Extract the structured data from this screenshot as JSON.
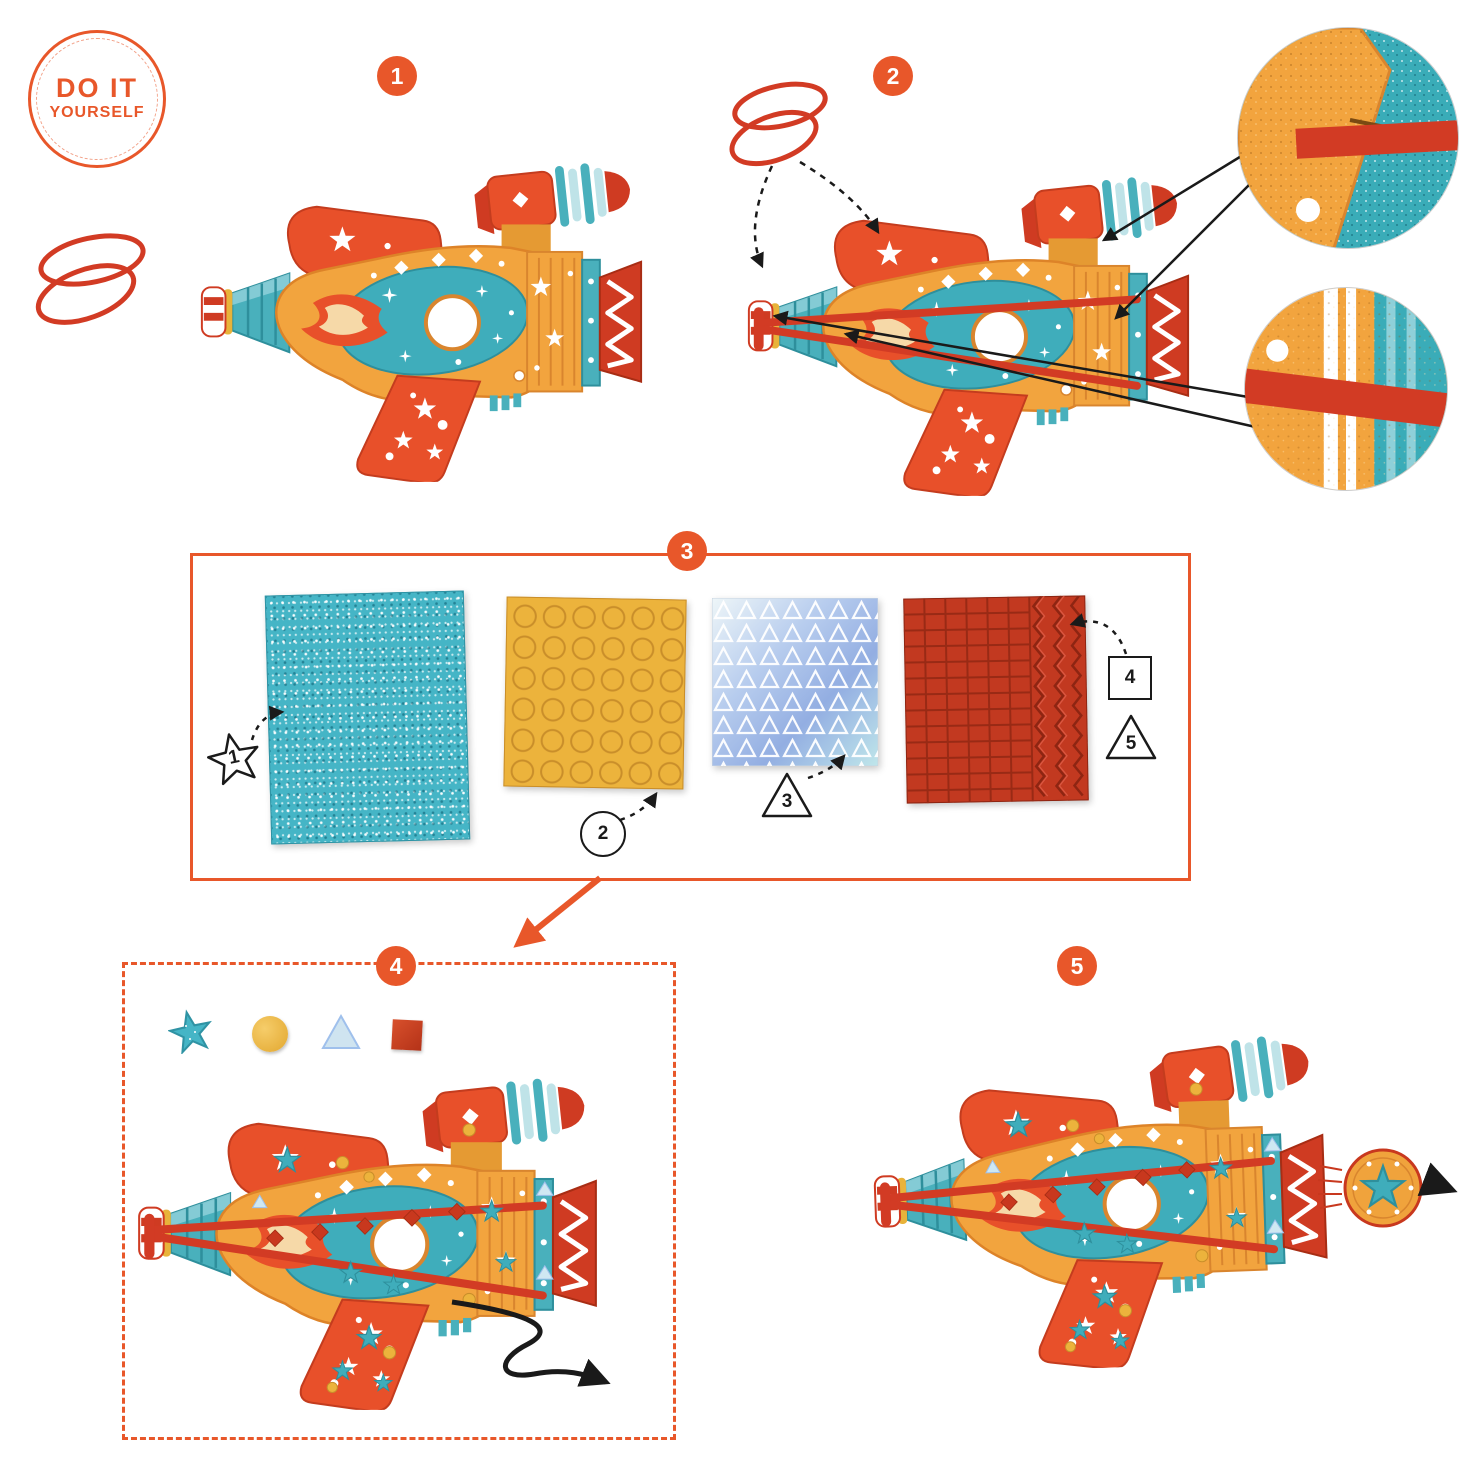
{
  "logo": {
    "line1": "DO IT",
    "line2": "YOURSELF"
  },
  "steps": {
    "one": "1",
    "two": "2",
    "three": "3",
    "four": "4",
    "five": "5"
  },
  "callouts": {
    "star": "1",
    "circle": "2",
    "triangle": "3",
    "square": "4",
    "triangle2": "5"
  },
  "colors": {
    "accent": "#e8572a",
    "body_orange": "#f2a43e",
    "red_band": "#d23b24",
    "teal": "#3fadbb",
    "gold": "#ecb33c",
    "glitter_blue": "#45b5c6",
    "metal_red": "#c23920"
  }
}
